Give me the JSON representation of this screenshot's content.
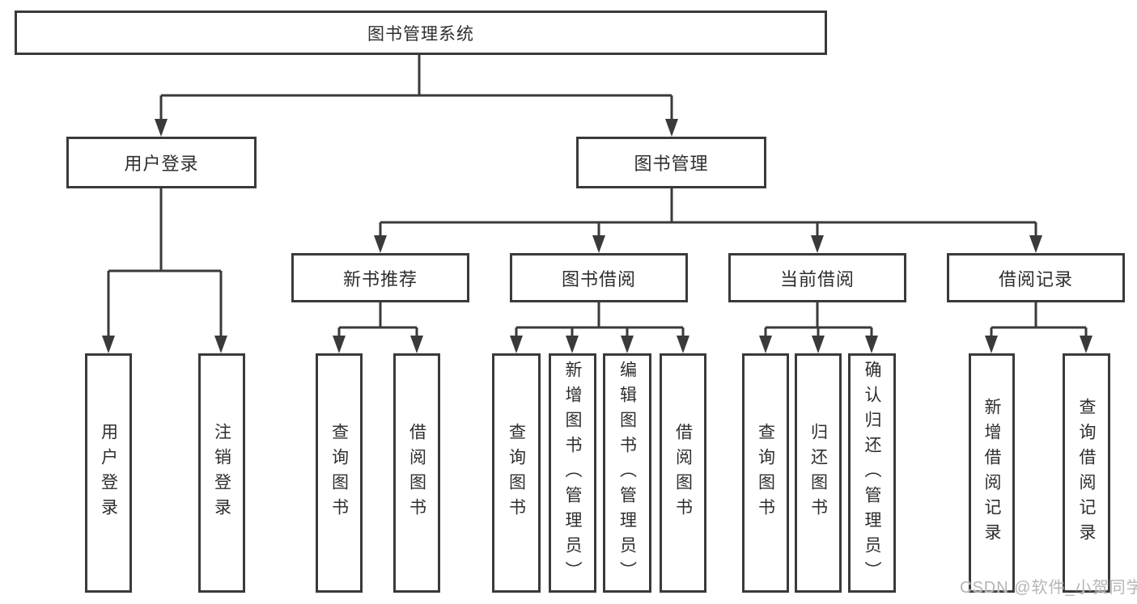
{
  "tree": {
    "root": {
      "label": "图书管理系统",
      "children": [
        {
          "label": "用户登录",
          "children": [
            {
              "label": "用户登录"
            },
            {
              "label": "注销登录"
            }
          ]
        },
        {
          "label": "图书管理",
          "children": [
            {
              "label": "新书推荐",
              "children": [
                {
                  "label": "查询图书"
                },
                {
                  "label": "借阅图书"
                }
              ]
            },
            {
              "label": "图书借阅",
              "children": [
                {
                  "label": "查询图书"
                },
                {
                  "label": "新增图书（管理员）"
                },
                {
                  "label": "编辑图书（管理员）"
                },
                {
                  "label": "借阅图书"
                }
              ]
            },
            {
              "label": "当前借阅",
              "children": [
                {
                  "label": "查询图书"
                },
                {
                  "label": "归还图书"
                },
                {
                  "label": "确认归还（管理员）"
                }
              ]
            },
            {
              "label": "借阅记录",
              "children": [
                {
                  "label": "新增借阅记录"
                },
                {
                  "label": "查询借阅记录"
                }
              ]
            }
          ]
        }
      ]
    }
  },
  "watermark": "CSDN @软件_小贺同学",
  "colors": {
    "line": "#3a3a3a",
    "text": "#2e2e2e",
    "watermark": "#b5b5b5",
    "background": "#ffffff"
  }
}
